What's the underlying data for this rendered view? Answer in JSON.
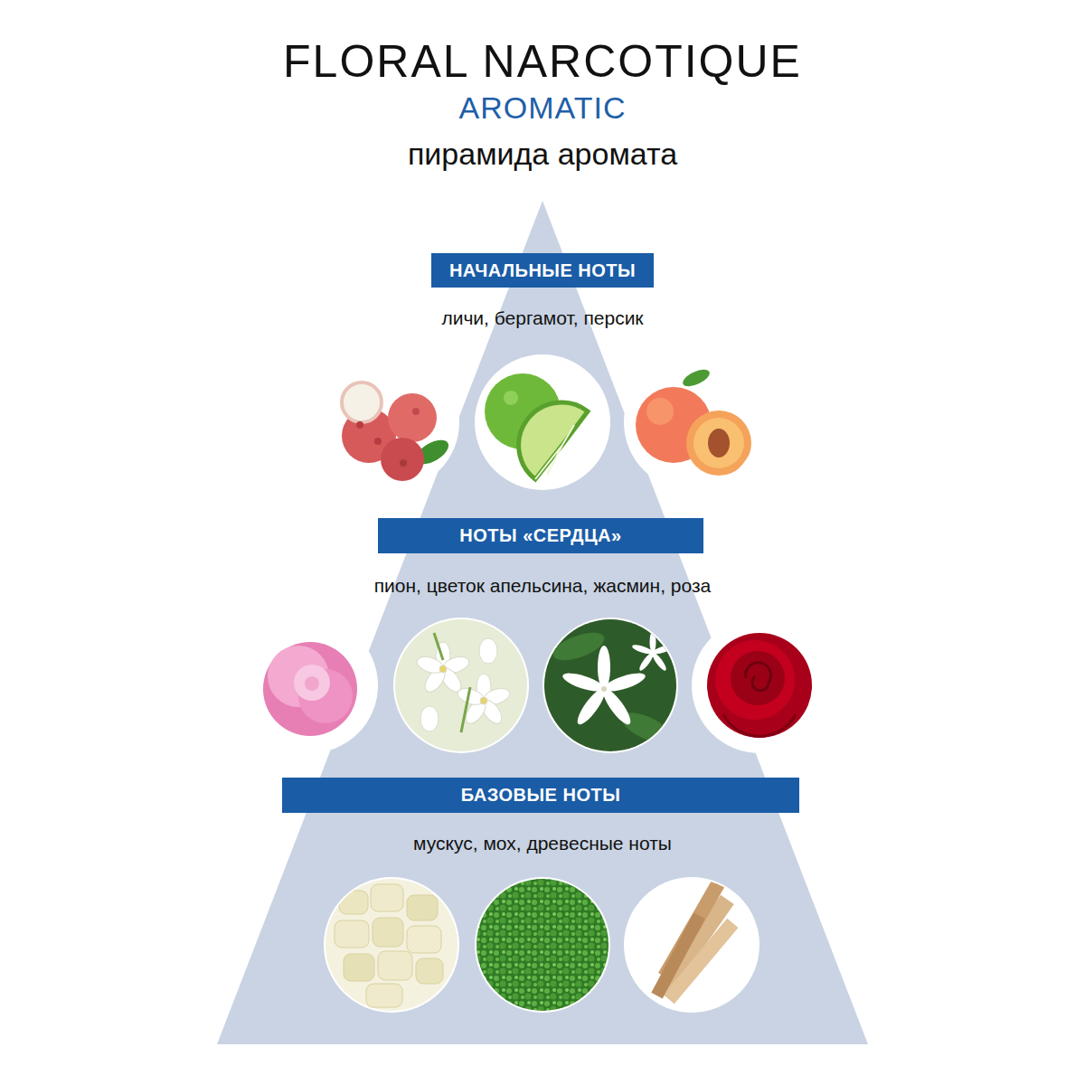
{
  "diagram": {
    "title": "FLORAL NARCOTIQUE",
    "nodes": [
      {
        "text": [
          "НАЧАЛЬНЫЕ НОТЫ"
        ]
      },
      {
        "text": [
          "НОТЫ «СЕРДЦА»"
        ]
      },
      {
        "text": [
          "БАЗОВЫЕ НОТЫ"
        ]
      }
    ],
    "labels": [
      "AROMATIC",
      "пирамида аромата",
      "личи, бергамот, персик",
      "пион, цветок апельсина, жасмин, роза",
      "мускус, мох, древесные ноты"
    ]
  }
}
